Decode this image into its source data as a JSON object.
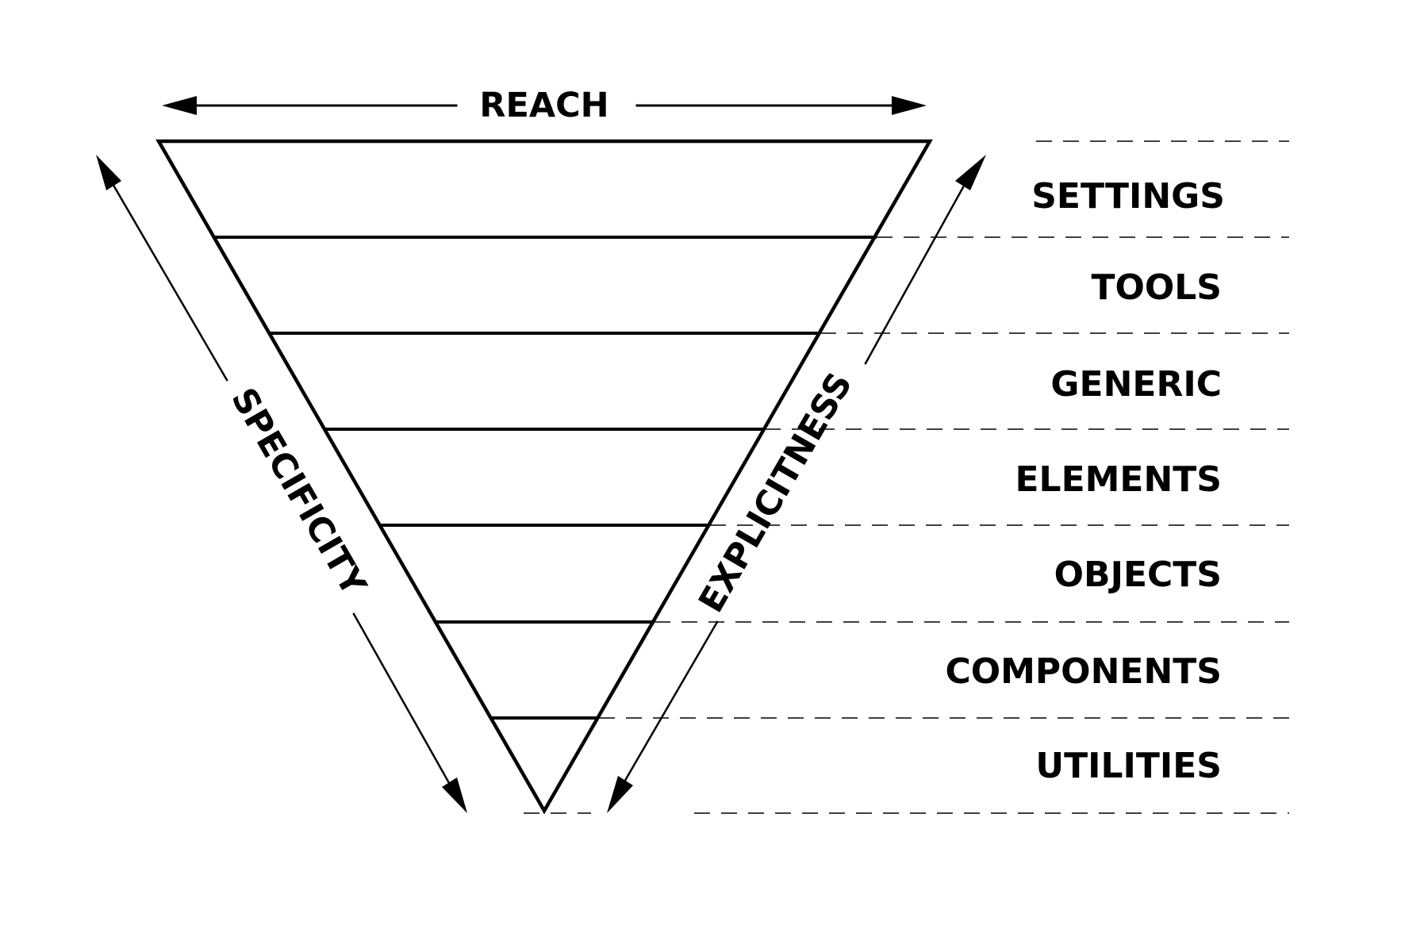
{
  "axes": {
    "reach": "REACH",
    "specificity": "SPECIFICITY",
    "explicitness": "EXPLICITNESS"
  },
  "layers": [
    "SETTINGS",
    "TOOLS",
    "GENERIC",
    "ELEMENTS",
    "OBJECTS",
    "COMPONENTS",
    "UTILITIES"
  ],
  "colors": {
    "ink": "#000000",
    "background": "#ffffff"
  }
}
